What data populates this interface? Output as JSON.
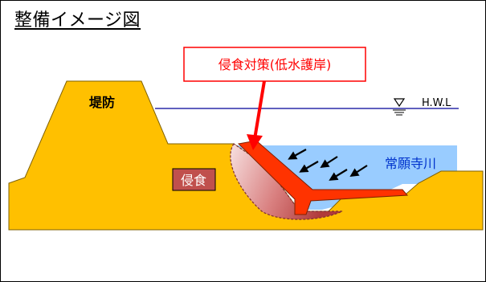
{
  "title": "整備イメージ図",
  "labels": {
    "measure": "侵食対策(低水護岸)",
    "levee": "堤防",
    "erosion": "侵食",
    "river": "常願寺川",
    "hwl": "H.W.L"
  },
  "colors": {
    "ground": "#FFC000",
    "water": "#99CCFF",
    "revetment": "#FF3300",
    "erosion_box": "#C0504D",
    "measure_border": "#FF0000",
    "hwl_line": "#000099",
    "river_text": "#0033CC"
  }
}
